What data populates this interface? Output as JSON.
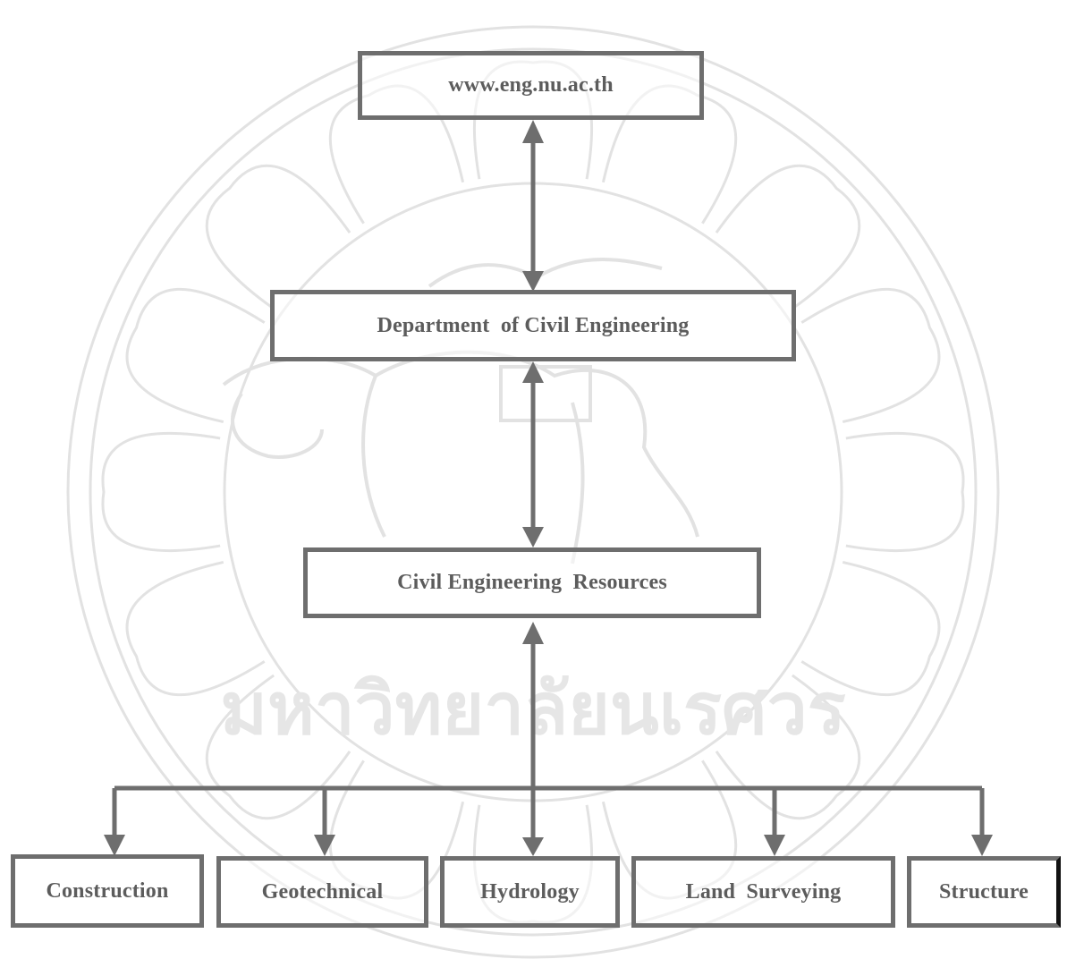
{
  "watermark": {
    "icon": "university-seal-watermark",
    "text": "มหาวิทยาลัยนเรศวร"
  },
  "nodes": {
    "website": "www.eng.nu.ac.th",
    "department": "Department  of Civil Engineering",
    "resources": "Civil Engineering  Resources",
    "branches": [
      "Construction",
      "Geotechnical",
      "Hydrology",
      "Land  Surveying",
      "Structure"
    ]
  },
  "colors": {
    "line": "#6e6e6e",
    "text": "#5c5c5c",
    "watermark": "#e2e2e2"
  }
}
